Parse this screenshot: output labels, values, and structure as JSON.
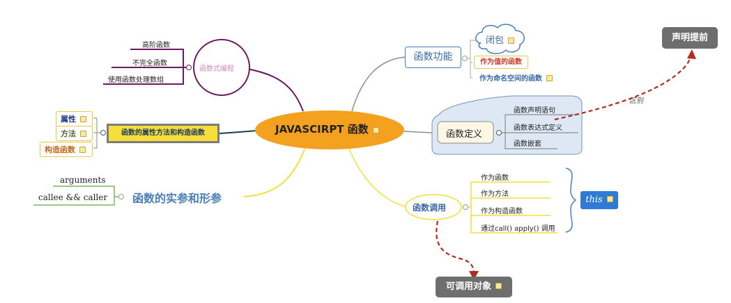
{
  "root": {
    "label": "JAVASCIRPT 函数"
  },
  "functional_programming": {
    "label": "函数式编程",
    "items": [
      "高阶函数",
      "不完全函数",
      "使用函数处理数组"
    ]
  },
  "properties": {
    "label": "函数的属性方法和构造函数",
    "items": [
      "属性",
      "方法",
      "构造函数"
    ]
  },
  "arguments": {
    "label": "函数的实参和形参",
    "items": [
      "arguments",
      "callee &&  caller"
    ]
  },
  "features": {
    "label": "函数功能",
    "closure": "闭包",
    "items": [
      "作为值的函数",
      "作为命名空间的函数"
    ]
  },
  "definition": {
    "label": "函数定义",
    "items": [
      "函数声明语句",
      "函数表达式定义",
      "函数嵌套"
    ]
  },
  "invocation": {
    "label": "函数调用",
    "items": [
      "作为函数",
      "作为方法",
      "作为构造函数",
      "通过call() apply() 调用"
    ],
    "this_label": "this"
  },
  "hoisting": {
    "label": "声明提前",
    "relation": "区别"
  },
  "callable": {
    "label": "可调用对象"
  },
  "colors": {
    "root_fill": "#f3a11f",
    "purple": "#6b1a63",
    "yellow": "#f5de3a",
    "blue_text": "#4a7eb8",
    "dashed_red": "#b02b24",
    "dark_tag": "#6e6e6e",
    "this_blue": "#2f7ad6"
  }
}
